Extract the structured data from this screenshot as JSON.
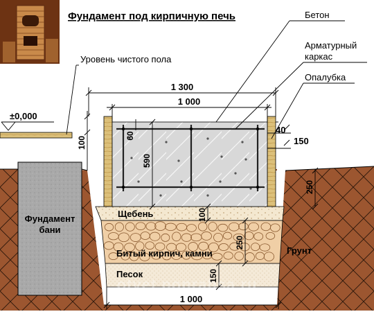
{
  "title": "Фундамент под кирпичную печь",
  "labels": {
    "concrete": "Бетон",
    "rebar_cage_1": "Арматурный",
    "rebar_cage_2": "каркас",
    "formwork": "Опалубка",
    "floor_level": "Уровень чистого пола",
    "zero_mark": "±0,000",
    "bath_foundation_1": "Фундамент",
    "bath_foundation_2": "бани",
    "gravel": "Щебень",
    "broken_brick": "Битый кирпич, камни",
    "soil": "Грунт",
    "sand": "Песок",
    "watermark": "otvet.poprahsa.ru"
  },
  "dimensions": {
    "width_formwork": "1 300",
    "width_concrete": "1 000",
    "width_bottom": "1 000",
    "rebar_offset": "60",
    "slab_height": "590",
    "above_floor": "100",
    "formwork_thickness": "40",
    "formwork_top": "150",
    "soil_depth": "250",
    "gravel_layer": "100",
    "brick_layer": "250",
    "sand_layer": "150"
  },
  "colors": {
    "soil": "#9c5630",
    "concrete": "#d8d8d8",
    "formwork": "#dcc07a",
    "gravel": "#f4e8d0",
    "brick_fill": "#f0cfa6",
    "sand": "#f5ead8",
    "bath_foundation": "#a9a9a9",
    "line": "#000000"
  },
  "icons": {
    "stove_photo": "brick-stove-photo-icon"
  }
}
